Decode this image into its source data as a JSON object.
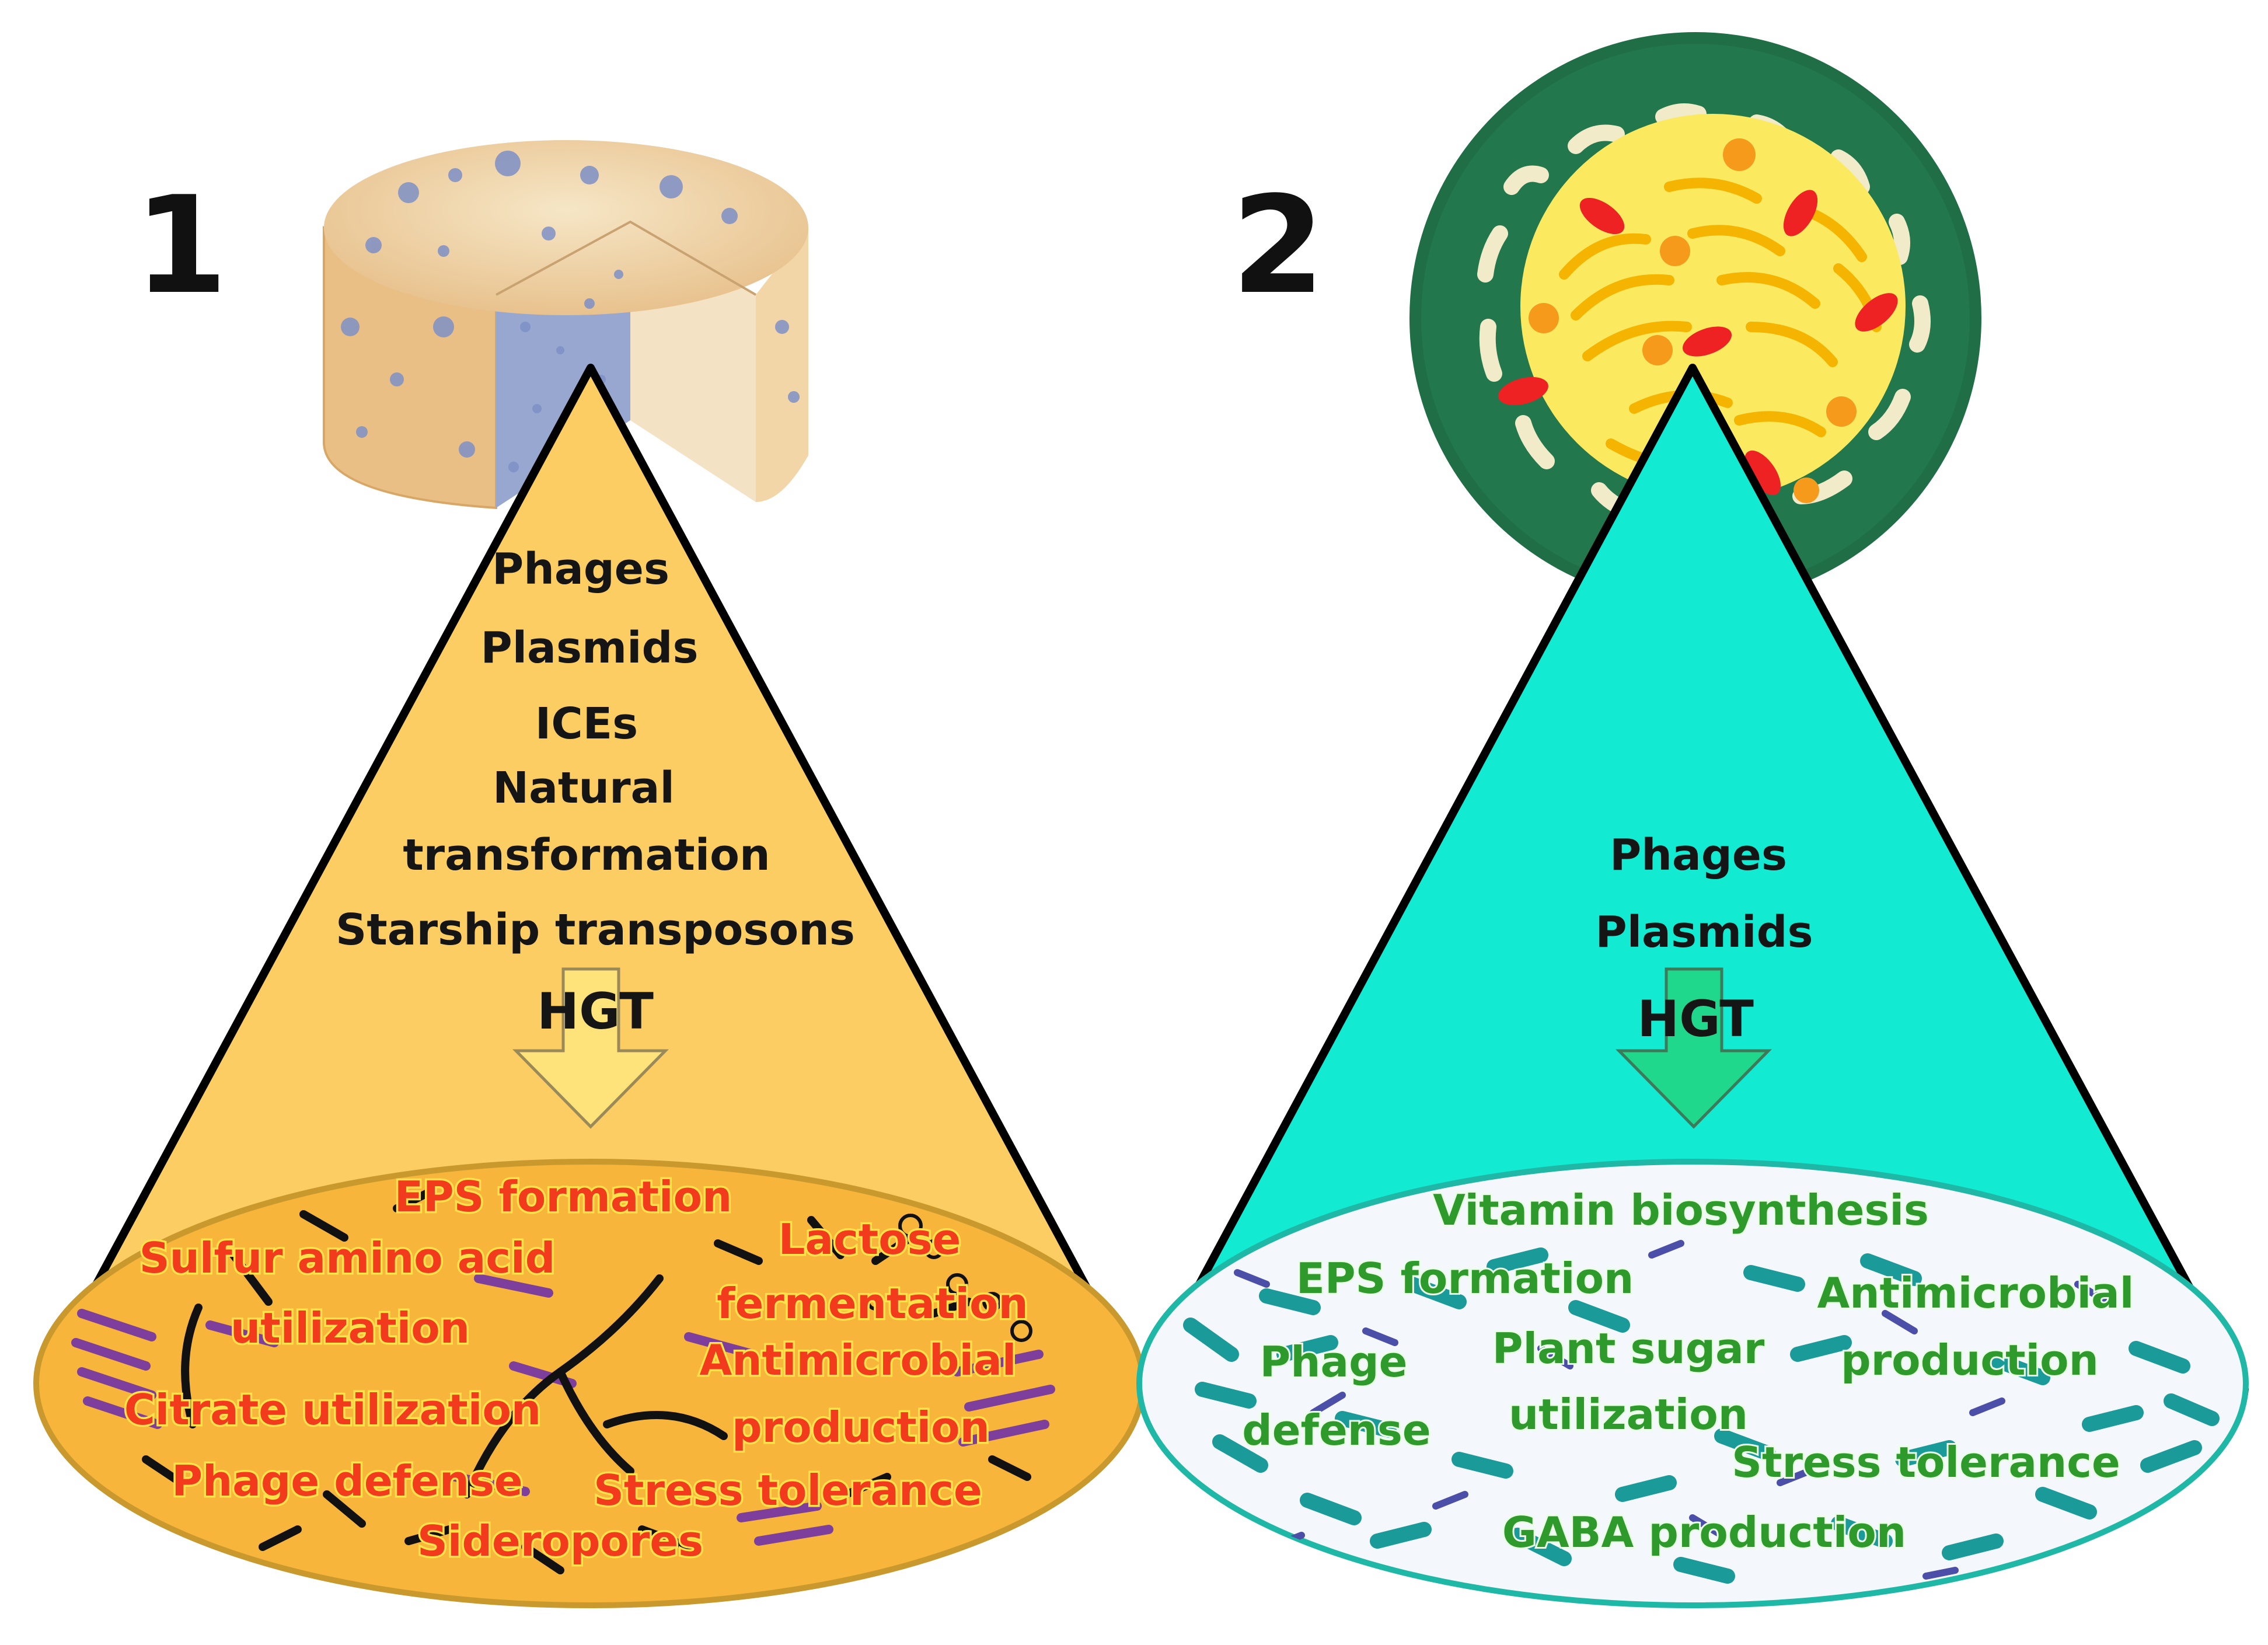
{
  "panels": [
    {
      "number": "1",
      "mechanisms": [
        "Phages",
        "Plasmids",
        "ICEs",
        "Natural",
        "transformation",
        "Starship transposons"
      ],
      "hgt_label": "HGT",
      "traits": [
        "EPS formation",
        "Lactose",
        "Sulfur amino acid",
        "fermentation",
        "utilization",
        "Antimicrobial",
        "Citrate utilization",
        "production",
        "Phage defense",
        "Stress tolerance",
        "Sideropores"
      ],
      "colors": {
        "cone": "#fbcd62",
        "base": "#f7b53c",
        "trait_text": "#f23a1c"
      }
    },
    {
      "number": "2",
      "mechanisms": [
        "Phages",
        "Plasmids"
      ],
      "hgt_label": "HGT",
      "traits": [
        "Vitamin biosynthesis",
        "EPS formation",
        "Antimicrobial",
        "Phage",
        "Plant sugar",
        "production",
        "defense",
        "utilization",
        "Stress tolerance",
        "GABA production"
      ],
      "colors": {
        "cone": "#13ead2",
        "base": "#18cfbb",
        "trait_text": "#2f9a2c"
      }
    }
  ]
}
